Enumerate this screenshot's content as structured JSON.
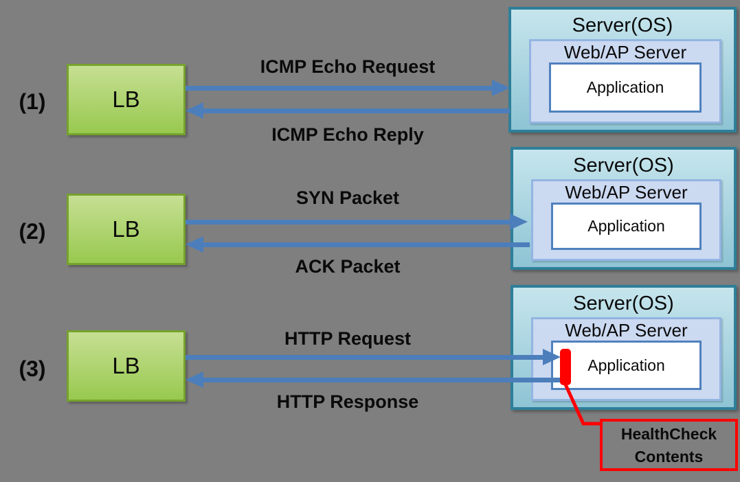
{
  "colors": {
    "bg": "#7F7F7F",
    "text": "#0A0A0A",
    "arrow": "#4C7EBB",
    "red": "#FF0000",
    "lb_top": "#C6DF93",
    "lb_bottom": "#98C94F",
    "lb_border": "#76A22D",
    "server_top": "#C6E5ED",
    "server_bottom": "#8EC4D4",
    "server_border": "#2E7F99",
    "webap_fill": "#CBD9F1",
    "webap_border": "#93B5E2",
    "app_fill": "#FFFFFF",
    "app_border": "#4F81BD"
  },
  "rows": [
    {
      "index": "(1)",
      "lb": "LB",
      "request": "ICMP Echo Request",
      "reply": "ICMP Echo Reply",
      "server_title": "Server(OS)",
      "webap_title": "Web/AP Server",
      "app_label": "Application"
    },
    {
      "index": "(2)",
      "lb": "LB",
      "request": "SYN Packet",
      "reply": "ACK Packet",
      "server_title": "Server(OS)",
      "webap_title": "Web/AP Server",
      "app_label": "Application"
    },
    {
      "index": "(3)",
      "lb": "LB",
      "request": "HTTP Request",
      "reply": "HTTP Response",
      "server_title": "Server(OS)",
      "webap_title": "Web/AP Server",
      "app_label": "Application"
    }
  ],
  "callout": {
    "line1": "HealthCheck",
    "line2": "Contents"
  }
}
